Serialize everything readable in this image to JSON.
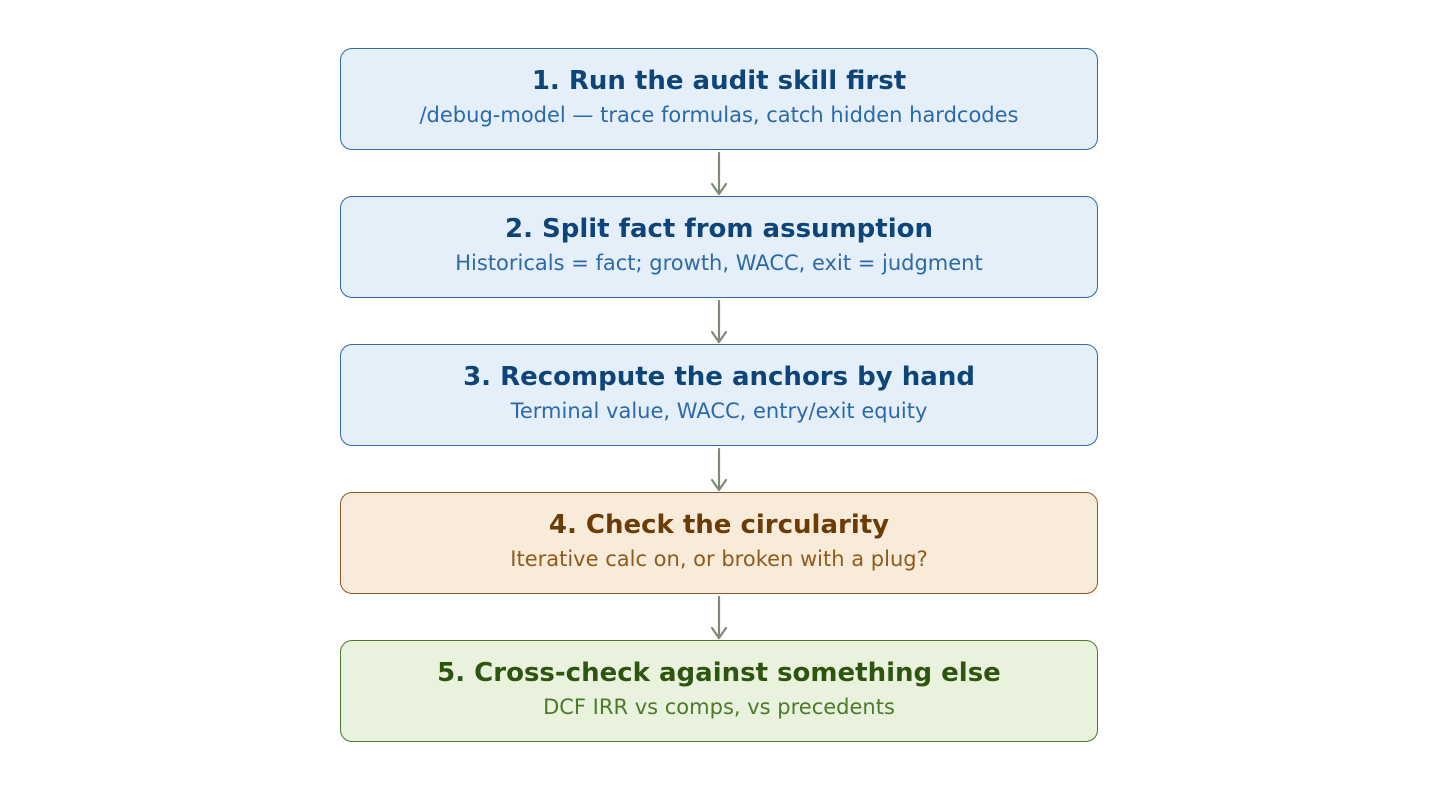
{
  "steps": [
    {
      "title": "1. Run the audit skill first",
      "subtitle": "/debug-model — trace formulas, catch hidden hardcodes",
      "color": "#e5eff9"
    },
    {
      "title": "2. Split fact from assumption",
      "subtitle": "Historicals = fact; growth, WACC, exit = judgment",
      "color": "#e5eff9"
    },
    {
      "title": "3. Recompute the anchors by hand",
      "subtitle": "Terminal value, WACC, entry/exit equity",
      "color": "#e5eff9"
    },
    {
      "title": "4. Check the circularity",
      "subtitle": "Iterative calc on, or broken with a plug?",
      "color": "#f9ebda"
    },
    {
      "title": "5. Cross-check against something else",
      "subtitle": "DCF IRR vs comps, vs precedents",
      "color": "#e9f2dd"
    }
  ],
  "arrow_color": "#7f8a78"
}
